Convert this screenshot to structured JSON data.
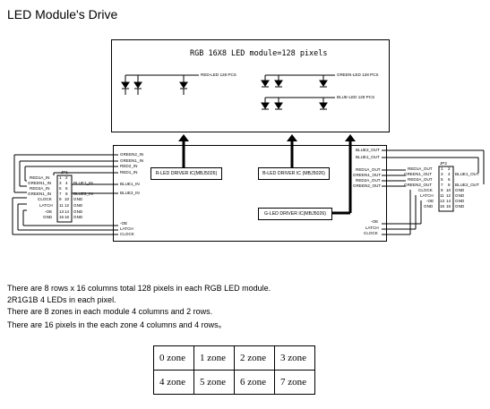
{
  "title": "LED Module's Drive",
  "module": {
    "title": "RGB 16X8 LED module=128 pixels",
    "red_label": "RED-LED  128 PCS",
    "green_label": "GREEN-LED  128 PCS",
    "blue_label": "BLUE-LED  128 PCS"
  },
  "board": {
    "left_pins": [
      "GREEN2_IN",
      "GREEN1_IN",
      "RED2_IN",
      "RED1_IN",
      "BLUE1_IN",
      "BLUE2_IN"
    ],
    "right_pins": [
      "BLUE2_OUT",
      "BLUE1_OUT",
      "RED1A_OUT",
      "GREEN1_OUT",
      "RED2A_OUT",
      "GREEN2_OUT"
    ],
    "bottom_left_pins": [
      "OE",
      "LATCH",
      "CLOCK"
    ],
    "bottom_right_pins": [
      "OE",
      "LATCH",
      "CLOCK"
    ],
    "r_driver": "R-LED DRIVER IC(MBJ5026)",
    "b_driver": "B-LED DRIVER IC (MBJ5026)",
    "g_driver": "G-LED DRIVER IC(MBJ5026)"
  },
  "jp1": {
    "name": "JP1",
    "left_labels": [
      "RED1A_IN",
      "GREEN1_IN",
      "RED2A_IN",
      "GREEN1_IN",
      "CLOCK",
      "LATCH",
      "OE",
      "GND"
    ],
    "right_labels": [
      "",
      "BLUE1_IN",
      "",
      "BLUE2_IN",
      "GND",
      "GND",
      "GND",
      "GND"
    ],
    "pin_numbers_left": [
      "1",
      "3",
      "5",
      "7",
      "9",
      "11",
      "13",
      "15"
    ],
    "pin_numbers_right": [
      "2",
      "4",
      "6",
      "8",
      "10",
      "12",
      "14",
      "16"
    ]
  },
  "jp2": {
    "name": "JP2",
    "left_labels": [
      "RED1A_OUT",
      "GREEN1_OUT",
      "RED2A_OUT",
      "GREEN2_OUT",
      "CLOCK",
      "LATCH",
      "OE",
      "GND"
    ],
    "right_labels": [
      "",
      "BLUE1_OUT",
      "",
      "BLUE2_OUT",
      "GND",
      "GND",
      "GND",
      "GND"
    ],
    "pin_numbers_left": [
      "1",
      "3",
      "5",
      "7",
      "9",
      "11",
      "13",
      "15"
    ],
    "pin_numbers_right": [
      "2",
      "4",
      "6",
      "8",
      "10",
      "12",
      "14",
      "16"
    ]
  },
  "description": [
    "There are 8 rows x 16 columns total 128 pixels in each RGB LED module.",
    "2R1G1B 4 LEDs in each pixel.",
    "There are 8 zones in each module 4 columns and 2 rows.",
    "There are 16 pixels in the each zone 4 columns and 4 rows。"
  ],
  "zones": [
    [
      "0 zone",
      "1 zone",
      "2 zone",
      "3 zone"
    ],
    [
      "4 zone",
      "5 zone",
      "6 zone",
      "7 zone"
    ]
  ]
}
